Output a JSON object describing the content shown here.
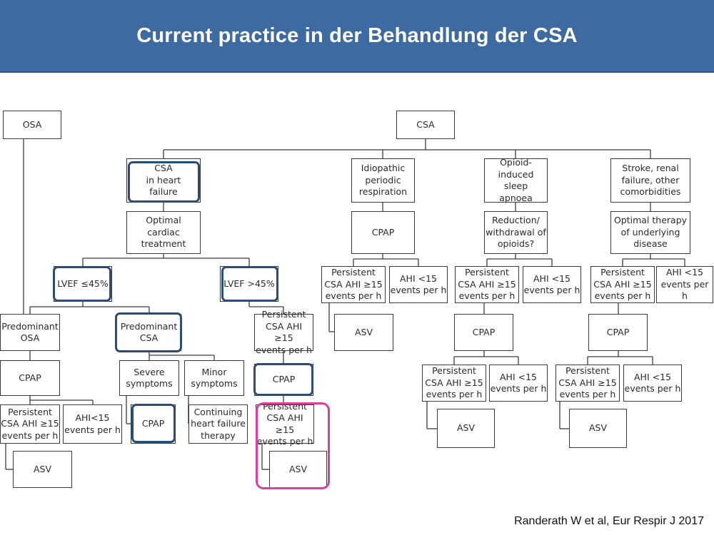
{
  "title": "Current practice in der Behandlung der CSA",
  "citation": "Randerath W et al, Eur Respir J 2017",
  "colors": {
    "header_bg": "#3d6aa1",
    "header_text": "#ffffff",
    "highlight_blue": "#2d4c74",
    "highlight_pink": "#d6409e",
    "box_border": "#3c3c3c"
  },
  "nodes": {
    "osa": "OSA",
    "csa": "CSA",
    "csa_heart_failure": "CSA\nin heart\nfailure",
    "idiopathic": "Idiopathic\nperiodic\nrespiration",
    "opioid": "Opioid-\ninduced sleep\napnoea",
    "stroke": "Stroke, renal\nfailure, other\ncomorbidities",
    "optimal_cardiac": "Optimal\ncardiac\ntreatment",
    "idio_cpap": "CPAP",
    "opioid_reduction": "Reduction/\nwithdrawal of\nopioids?",
    "optimal_therapy": "Optimal therapy\nof underlying\ndisease",
    "lvef_low": "LVEF ≤45%",
    "lvef_high": "LVEF >45%",
    "idio_persistent": "Persistent\nCSA AHI ≥15\nevents per h",
    "idio_ahi_low": "AHI <15\nevents per h",
    "opioid_persistent": "Persistent\nCSA AHI ≥15\nevents per h",
    "opioid_ahi_low": "AHI <15\nevents per h",
    "stroke_persistent": "Persistent\nCSA AHI ≥15\nevents per h",
    "stroke_ahi_low": "AHI <15\nevents per h",
    "pred_osa": "Predominant\nOSA",
    "pred_csa": "Predominant\nCSA",
    "lvefh_persistent": "Persistent\nCSA AHI ≥15\nevents per h",
    "idio_asv": "ASV",
    "opioid_cpap": "CPAP",
    "stroke_cpap": "CPAP",
    "osa_cpap": "CPAP",
    "severe": "Severe\nsymptoms",
    "minor": "Minor\nsymptoms",
    "lvefh_cpap": "CPAP",
    "opioid_persistent2": "Persistent\nCSA AHI ≥15\nevents per h",
    "opioid_ahi_low2": "AHI <15\nevents per h",
    "stroke_persistent2": "Persistent\nCSA AHI ≥15\nevents per h",
    "stroke_ahi_low2": "AHI <15\nevents per h",
    "osa_persistent": "Persistent\nCSA AHI ≥15\nevents per h",
    "osa_ahi_low": "AHI<15\nevents per h",
    "severe_cpap": "CPAP",
    "continuing": "Continuing\nheart failure\ntherapy",
    "lvefh_persistent2": "Persistent\nCSA AHI ≥15\nevents per h",
    "opioid_asv": "ASV",
    "stroke_asv": "ASV",
    "osa_asv": "ASV",
    "lvefh_asv": "ASV"
  }
}
